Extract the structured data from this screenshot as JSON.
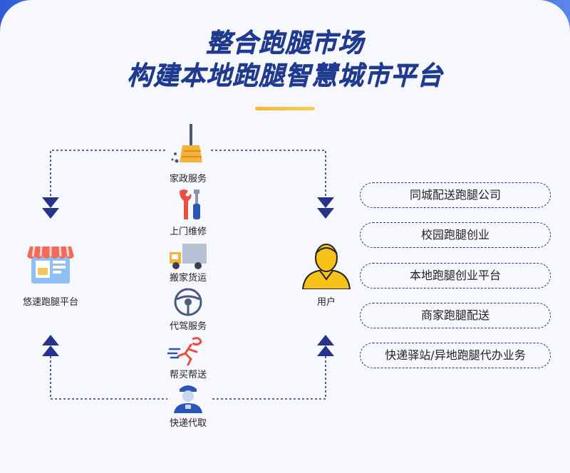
{
  "title": {
    "line1": "整合跑腿市场",
    "line2": "构建本地跑腿智慧城市平台"
  },
  "platform": {
    "label": "悠速跑腿平台",
    "icon": "storefront-icon"
  },
  "user": {
    "label": "用户",
    "icon": "user-avatar-icon"
  },
  "services": [
    {
      "label": "家政服务",
      "icon": "broom-icon"
    },
    {
      "label": "上门维修",
      "icon": "wrench-screwdriver-icon"
    },
    {
      "label": "搬家货运",
      "icon": "truck-icon"
    },
    {
      "label": "代驾服务",
      "icon": "steering-wheel-icon"
    },
    {
      "label": "帮买帮送",
      "icon": "running-courier-icon"
    },
    {
      "label": "快递代取",
      "icon": "delivery-person-icon"
    }
  ],
  "pills": [
    "同城配送跑腿公司",
    "校园跑腿创业",
    "本地跑腿创业平台",
    "商家跑腿配送",
    "快递驿站/异地跑腿代办业务"
  ],
  "colors": {
    "title": "#1f3a8f",
    "arrow": "#27338a",
    "accent": "#f7b733"
  }
}
